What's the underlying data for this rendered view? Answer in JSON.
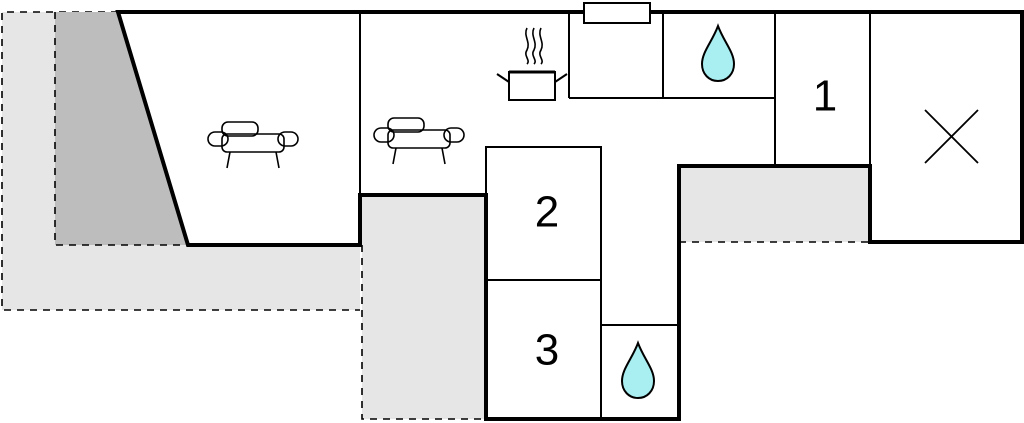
{
  "rooms": {
    "bedroom_1": {
      "label": "1"
    },
    "bedroom_2": {
      "label": "2"
    },
    "bedroom_3": {
      "label": "3"
    }
  },
  "icons": {
    "sofa": "sofa-icon",
    "pot": "cooking-pot-icon",
    "water": "water-drop-icon",
    "cross": "cross-icon"
  },
  "colors": {
    "terrace_fill": "#e6e6e6",
    "shade_fill": "#bdbdbd",
    "water_fill": "#a9eef0",
    "wall": "#000000"
  }
}
